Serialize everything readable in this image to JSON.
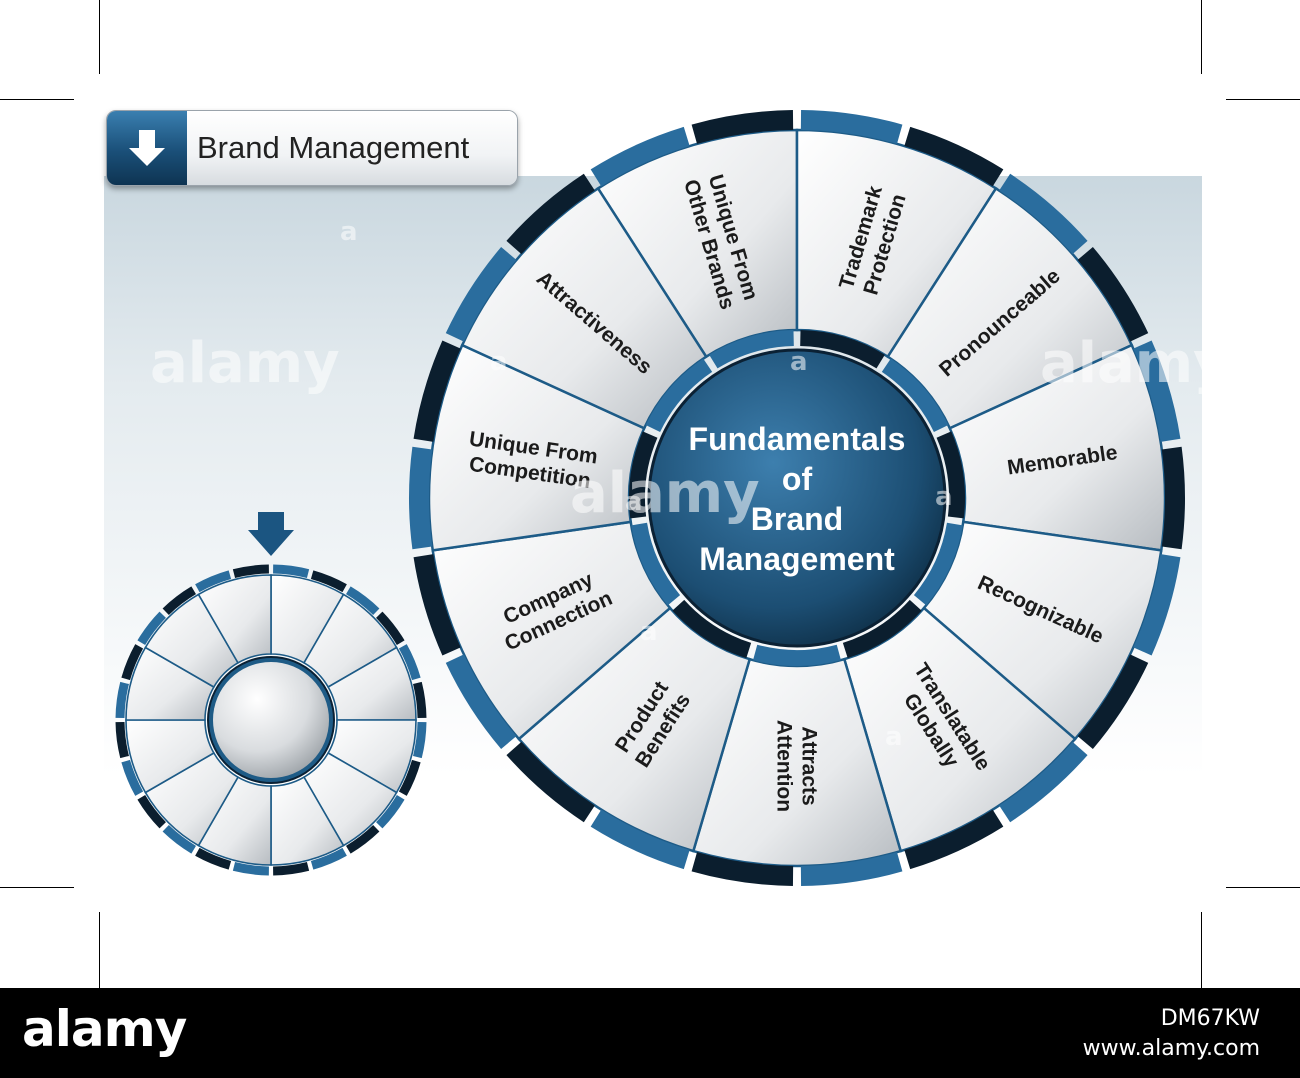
{
  "header": {
    "title": "Brand Management",
    "icon": "down-arrow-icon"
  },
  "diagram": {
    "center_lines": [
      "Fundamentals",
      "of",
      "Brand",
      "Management"
    ],
    "segments": [
      {
        "lines": [
          "Unique From",
          "Other Brands"
        ]
      },
      {
        "lines": [
          "Trademark",
          "Protection"
        ]
      },
      {
        "lines": [
          "Pronounceable"
        ]
      },
      {
        "lines": [
          "Memorable"
        ]
      },
      {
        "lines": [
          "Recognizable"
        ]
      },
      {
        "lines": [
          "Translatable",
          "Globally"
        ]
      },
      {
        "lines": [
          "Attracts",
          "Attention"
        ]
      },
      {
        "lines": [
          "Product",
          "Benefits"
        ]
      },
      {
        "lines": [
          "Company",
          "Connection"
        ]
      },
      {
        "lines": [
          "Unique From",
          "Competition"
        ]
      },
      {
        "lines": [
          "Attractiveness"
        ]
      }
    ],
    "colors": {
      "accent_blue": "#2a6d9e",
      "dark_navy": "#0b1e2e",
      "center_blue": "#1f5a83",
      "segment_light": "#f4f5f6",
      "segment_dark": "#b8bdc2"
    }
  },
  "watermark": {
    "text": "alamy",
    "letter": "a"
  },
  "footer": {
    "brand": "alamy",
    "image_id": "DM67KW",
    "url": "www.alamy.com"
  }
}
